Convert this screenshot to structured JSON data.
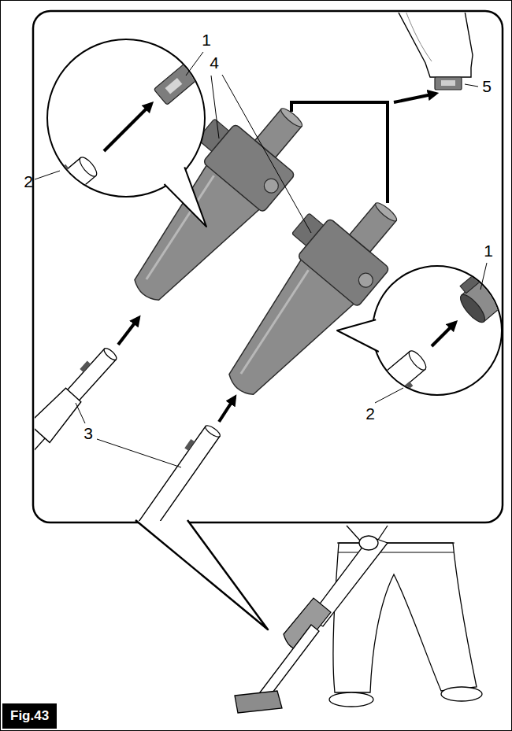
{
  "diagram": {
    "nodes": [
      {
        "text": [
          "Fig.43"
        ]
      }
    ],
    "labels": [
      "1",
      "4",
      "5",
      "2",
      "1",
      "2",
      "3"
    ]
  }
}
